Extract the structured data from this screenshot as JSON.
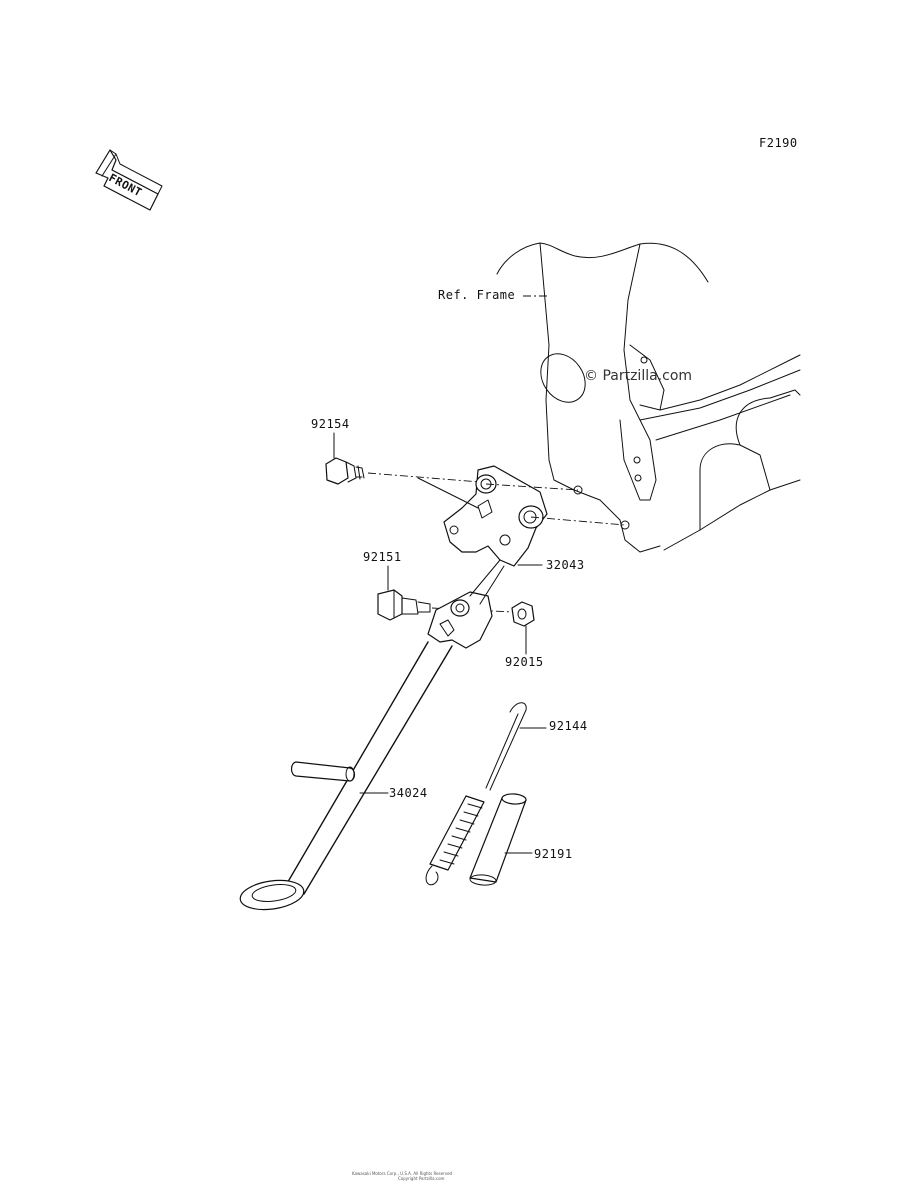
{
  "figure_code": "F2190",
  "front_label": "FRONT",
  "ref_label": "Ref. Frame",
  "watermark": "© Partzilla.com",
  "parts": [
    {
      "id": "p1",
      "number": "92154"
    },
    {
      "id": "p2",
      "number": "32043"
    },
    {
      "id": "p3",
      "number": "92151"
    },
    {
      "id": "p4",
      "number": "92015"
    },
    {
      "id": "p5",
      "number": "92144"
    },
    {
      "id": "p6",
      "number": "34024"
    },
    {
      "id": "p7",
      "number": "92191"
    }
  ],
  "footer_lines": [
    "Kawasaki Motors Corp., U.S.A.  All Rights Reserved",
    "Copyright Partzilla.com"
  ]
}
